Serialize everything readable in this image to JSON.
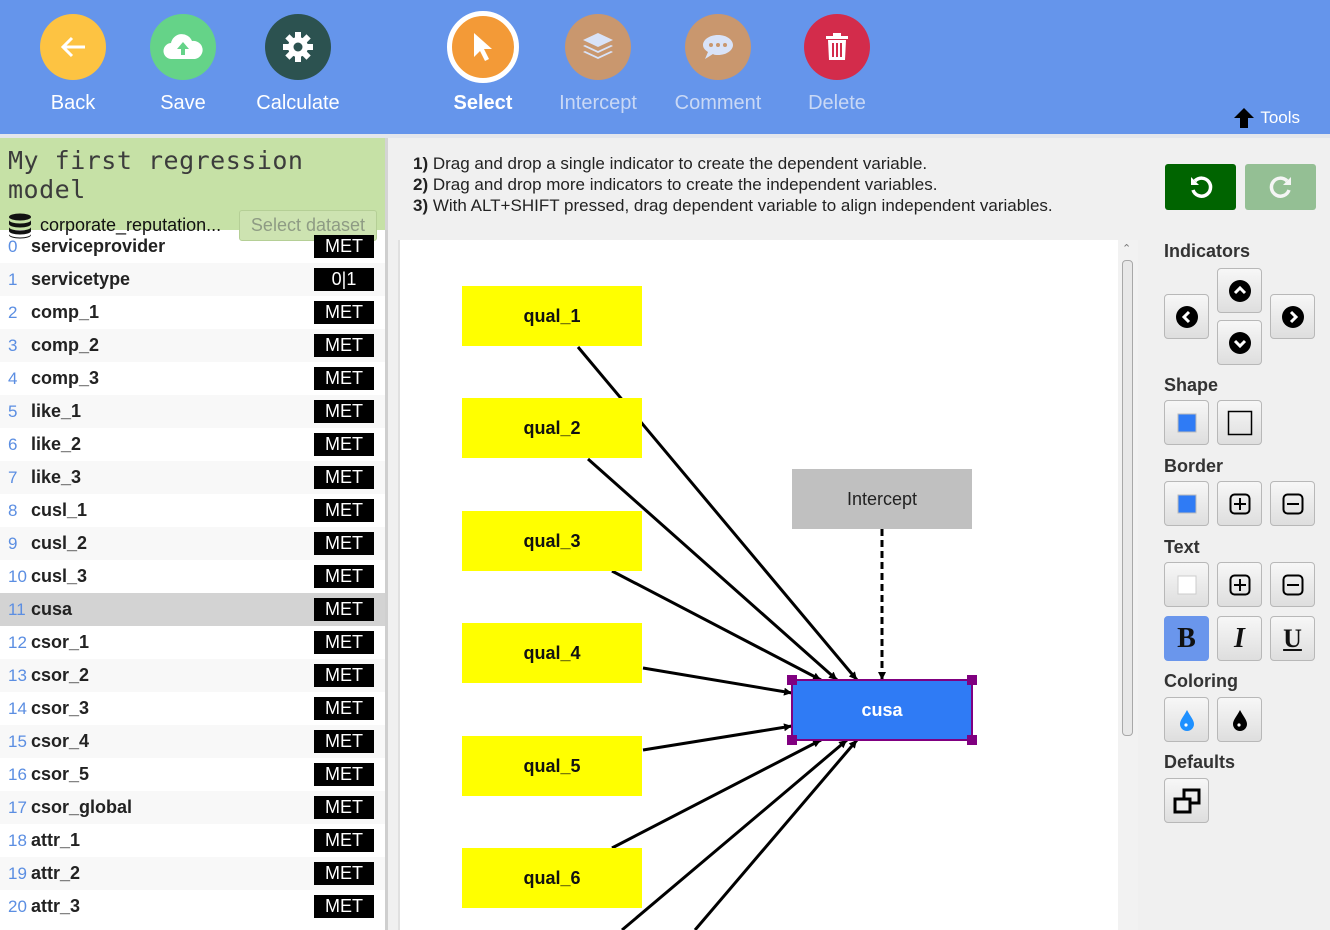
{
  "toolbar": {
    "buttons": [
      {
        "label": "Back",
        "icon": "arrow-left-icon",
        "color": "#fdc342"
      },
      {
        "label": "Save",
        "icon": "cloud-upload-icon",
        "color": "#65d388"
      },
      {
        "label": "Calculate",
        "icon": "gear-icon",
        "color": "#2c5250"
      },
      {
        "label": "Select",
        "icon": "cursor-icon",
        "color": "#f39a37",
        "active": true
      },
      {
        "label": "Intercept",
        "icon": "layers-icon",
        "color": "#c9976e"
      },
      {
        "label": "Comment",
        "icon": "comment-icon",
        "color": "#c9976e"
      },
      {
        "label": "Delete",
        "icon": "trash-icon",
        "color": "#d32c4b"
      }
    ],
    "tools_label": "Tools"
  },
  "model": {
    "title": "My first regression model",
    "dataset_name": "corporate_reputation...",
    "select_dataset_label": "Select dataset"
  },
  "variables": [
    {
      "index": "0",
      "name": "serviceprovider",
      "type": "MET"
    },
    {
      "index": "1",
      "name": "servicetype",
      "type": "0|1"
    },
    {
      "index": "2",
      "name": "comp_1",
      "type": "MET"
    },
    {
      "index": "3",
      "name": "comp_2",
      "type": "MET"
    },
    {
      "index": "4",
      "name": "comp_3",
      "type": "MET"
    },
    {
      "index": "5",
      "name": "like_1",
      "type": "MET"
    },
    {
      "index": "6",
      "name": "like_2",
      "type": "MET"
    },
    {
      "index": "7",
      "name": "like_3",
      "type": "MET"
    },
    {
      "index": "8",
      "name": "cusl_1",
      "type": "MET"
    },
    {
      "index": "9",
      "name": "cusl_2",
      "type": "MET"
    },
    {
      "index": "10",
      "name": "cusl_3",
      "type": "MET"
    },
    {
      "index": "11",
      "name": "cusa",
      "type": "MET",
      "selected": true
    },
    {
      "index": "12",
      "name": "csor_1",
      "type": "MET"
    },
    {
      "index": "13",
      "name": "csor_2",
      "type": "MET"
    },
    {
      "index": "14",
      "name": "csor_3",
      "type": "MET"
    },
    {
      "index": "15",
      "name": "csor_4",
      "type": "MET"
    },
    {
      "index": "16",
      "name": "csor_5",
      "type": "MET"
    },
    {
      "index": "17",
      "name": "csor_global",
      "type": "MET"
    },
    {
      "index": "18",
      "name": "attr_1",
      "type": "MET"
    },
    {
      "index": "19",
      "name": "attr_2",
      "type": "MET"
    },
    {
      "index": "20",
      "name": "attr_3",
      "type": "MET"
    }
  ],
  "instructions": [
    {
      "num": "1)",
      "text": " Drag and drop a single indicator to create the dependent variable."
    },
    {
      "num": "2)",
      "text": " Drag and drop more indicators to create the independent variables."
    },
    {
      "num": "3)",
      "text": " With ALT+SHIFT pressed, drag dependent variable to align independent variables."
    }
  ],
  "diagram": {
    "independent": [
      "qual_1",
      "qual_2",
      "qual_3",
      "qual_4",
      "qual_5",
      "qual_6"
    ],
    "intercept_label": "Intercept",
    "dependent_label": "cusa",
    "colors": {
      "independent": "#ffff00",
      "intercept": "#c0c0c0",
      "dependent": "#2f7bf5",
      "handles": "#800080"
    }
  },
  "tools": {
    "sections": {
      "indicators": "Indicators",
      "shape": "Shape",
      "border": "Border",
      "text": "Text",
      "coloring": "Coloring",
      "defaults": "Defaults"
    },
    "undo_icon": "undo-icon",
    "redo_icon": "redo-icon",
    "bold_label": "B",
    "italic_label": "I",
    "underline_label": "U"
  }
}
